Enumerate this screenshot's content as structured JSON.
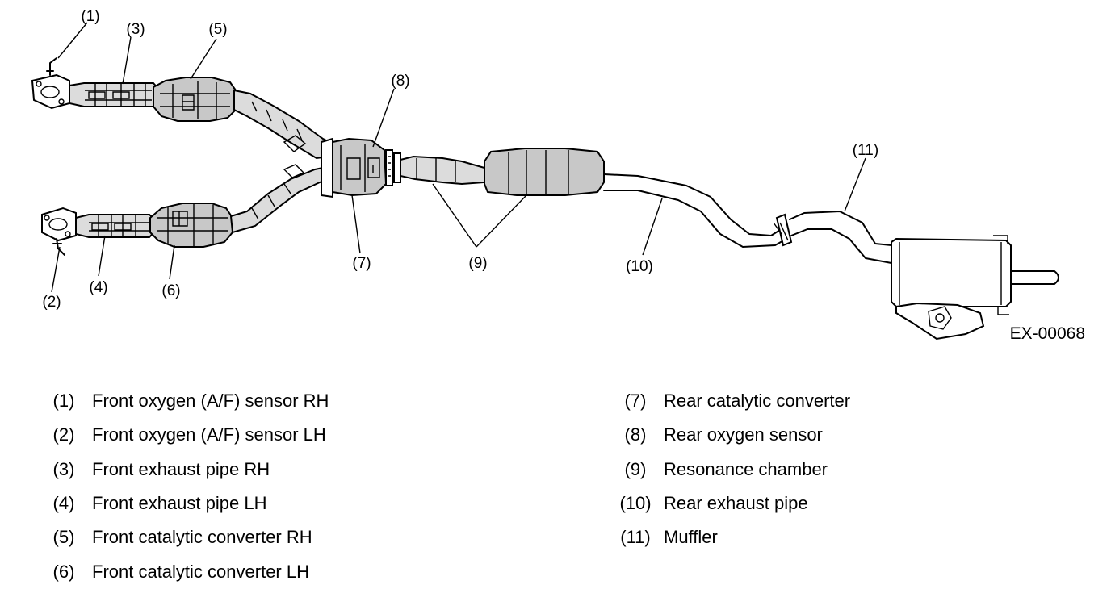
{
  "diagram": {
    "reference_code": "EX-00068",
    "callouts": [
      "(1)",
      "(2)",
      "(3)",
      "(4)",
      "(5)",
      "(6)",
      "(7)",
      "(8)",
      "(9)",
      "(10)",
      "(11)"
    ]
  },
  "legend": {
    "left": [
      {
        "num": "(1)",
        "label": "Front oxygen (A/F) sensor RH"
      },
      {
        "num": "(2)",
        "label": "Front oxygen (A/F) sensor LH"
      },
      {
        "num": "(3)",
        "label": "Front exhaust pipe RH"
      },
      {
        "num": "(4)",
        "label": "Front exhaust pipe LH"
      },
      {
        "num": "(5)",
        "label": "Front catalytic converter RH"
      },
      {
        "num": "(6)",
        "label": "Front catalytic converter LH"
      }
    ],
    "right": [
      {
        "num": "(7)",
        "label": "Rear catalytic converter"
      },
      {
        "num": "(8)",
        "label": "Rear oxygen sensor"
      },
      {
        "num": "(9)",
        "label": "Resonance chamber"
      },
      {
        "num": "(10)",
        "label": "Rear exhaust pipe"
      },
      {
        "num": "(11)",
        "label": "Muffler"
      }
    ]
  }
}
